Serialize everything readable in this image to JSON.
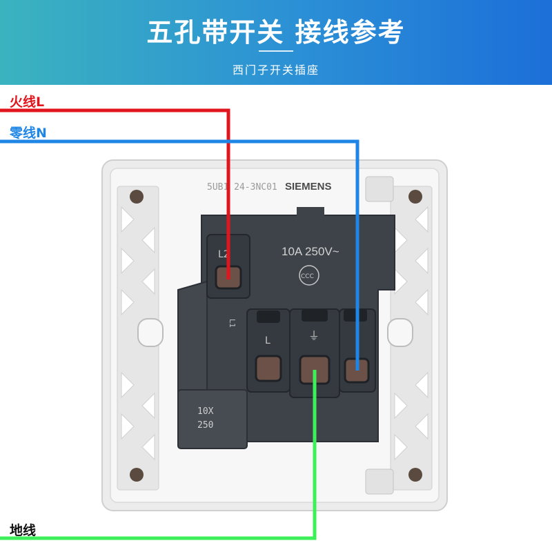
{
  "header": {
    "title": "五孔带开关 接线参考",
    "subtitle": "西门子开关插座"
  },
  "wires": [
    {
      "key": "live",
      "label": "火线L",
      "color": "#e0151d"
    },
    {
      "key": "neutral",
      "label": "零线N",
      "color": "#1f86e6"
    },
    {
      "key": "ground",
      "label": "地线",
      "color": "#3df05a"
    }
  ],
  "socket": {
    "model": "5UB1 24-3NC01",
    "brand": "SIEMENS",
    "rating": "10A 250V~",
    "cert_mark": "CCC",
    "switch_rating_top": "10X",
    "switch_rating_bottom": "250",
    "terminal_switch": "L2",
    "terminal_live": "L",
    "terminal_ground": "⏚",
    "switch_side_label": "L1"
  },
  "colors": {
    "header_start": "#3bb3bf",
    "header_end": "#1c6fd8",
    "plate": "#f4f4f4",
    "module": "#3e434a"
  }
}
